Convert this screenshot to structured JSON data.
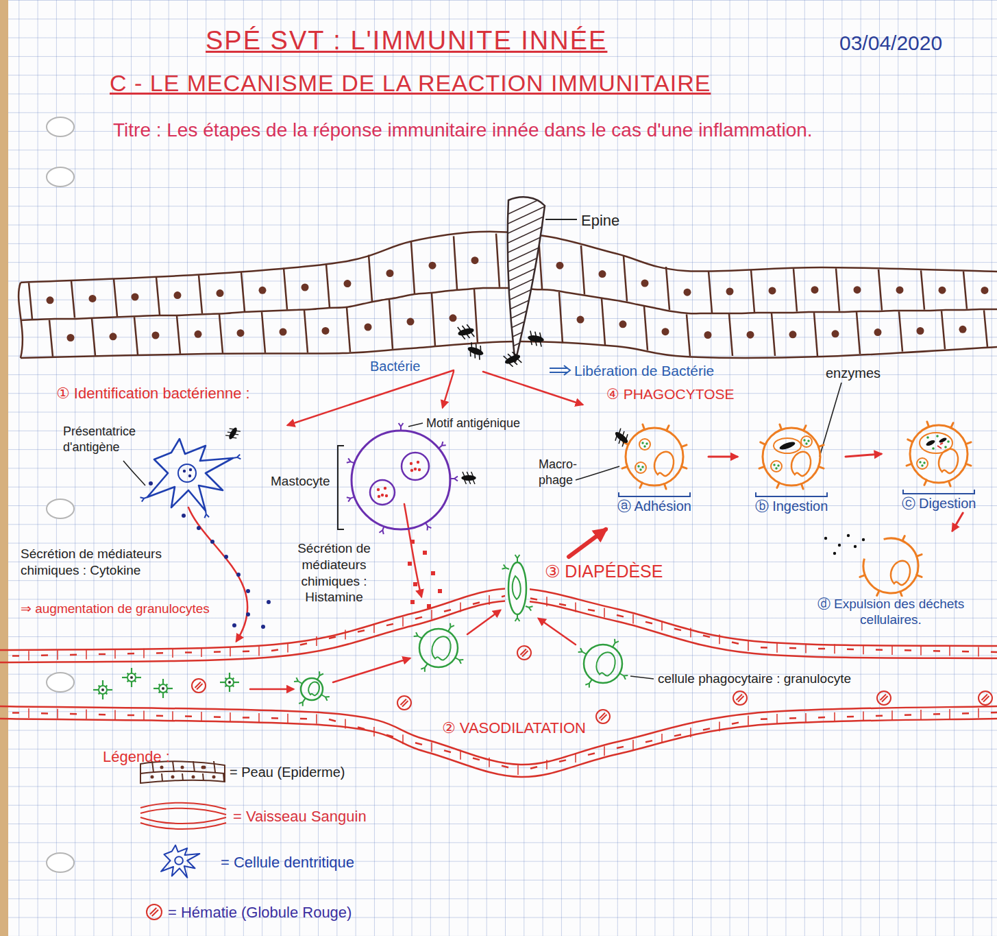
{
  "diagram": {
    "title": "SPÉ SVT : L'IMMUNITE INNÉE",
    "nodes": [
      {
        "text": [
          "ⓐ Adhésion"
        ]
      },
      {
        "text": [
          "ⓑ Ingestion"
        ]
      },
      {
        "text": [
          "ⓒ Digestion"
        ]
      },
      {
        "text": [
          "ⓓ Expulsion des déchets cellulaires."
        ]
      }
    ],
    "edges": [
      {
        "from": 0,
        "to": 1,
        "arrow": "to"
      },
      {
        "from": 1,
        "to": 2,
        "arrow": "to"
      },
      {
        "from": 2,
        "to": 3,
        "arrow": "to"
      }
    ],
    "labels": [
      "03/04/2020",
      "C - LE MECANISME DE LA REACTION IMMUNITAIRE",
      "Titre : Les étapes de la réponse immunitaire innée dans le cas d'une inflammation.",
      "Epine",
      "Bactérie",
      "Libération de Bactérie",
      "enzymes",
      "① Identification bactérienne :",
      "④ PHAGOCYTOSE",
      "Présentatrice d'antigène",
      "Motif antigénique",
      "Mastocyte",
      "Macro- phage",
      "Sécrétion de médiateurs chimiques : Cytokine",
      "⇒ augmentation de granulocytes",
      "Sécrétion de médiateurs chimiques : Histamine",
      "③ DIAPÉDÈSE",
      "cellule phagocytaire : granulocyte",
      "② VASODILATATION",
      "Légende :"
    ],
    "legend": [
      {
        "text": "= Peau (Epiderme)"
      },
      {
        "text": "= Vaisseau Sanguin"
      },
      {
        "text": "= Cellule dentritique"
      },
      {
        "text": "= Hématie (Globule Rouge)"
      }
    ]
  }
}
